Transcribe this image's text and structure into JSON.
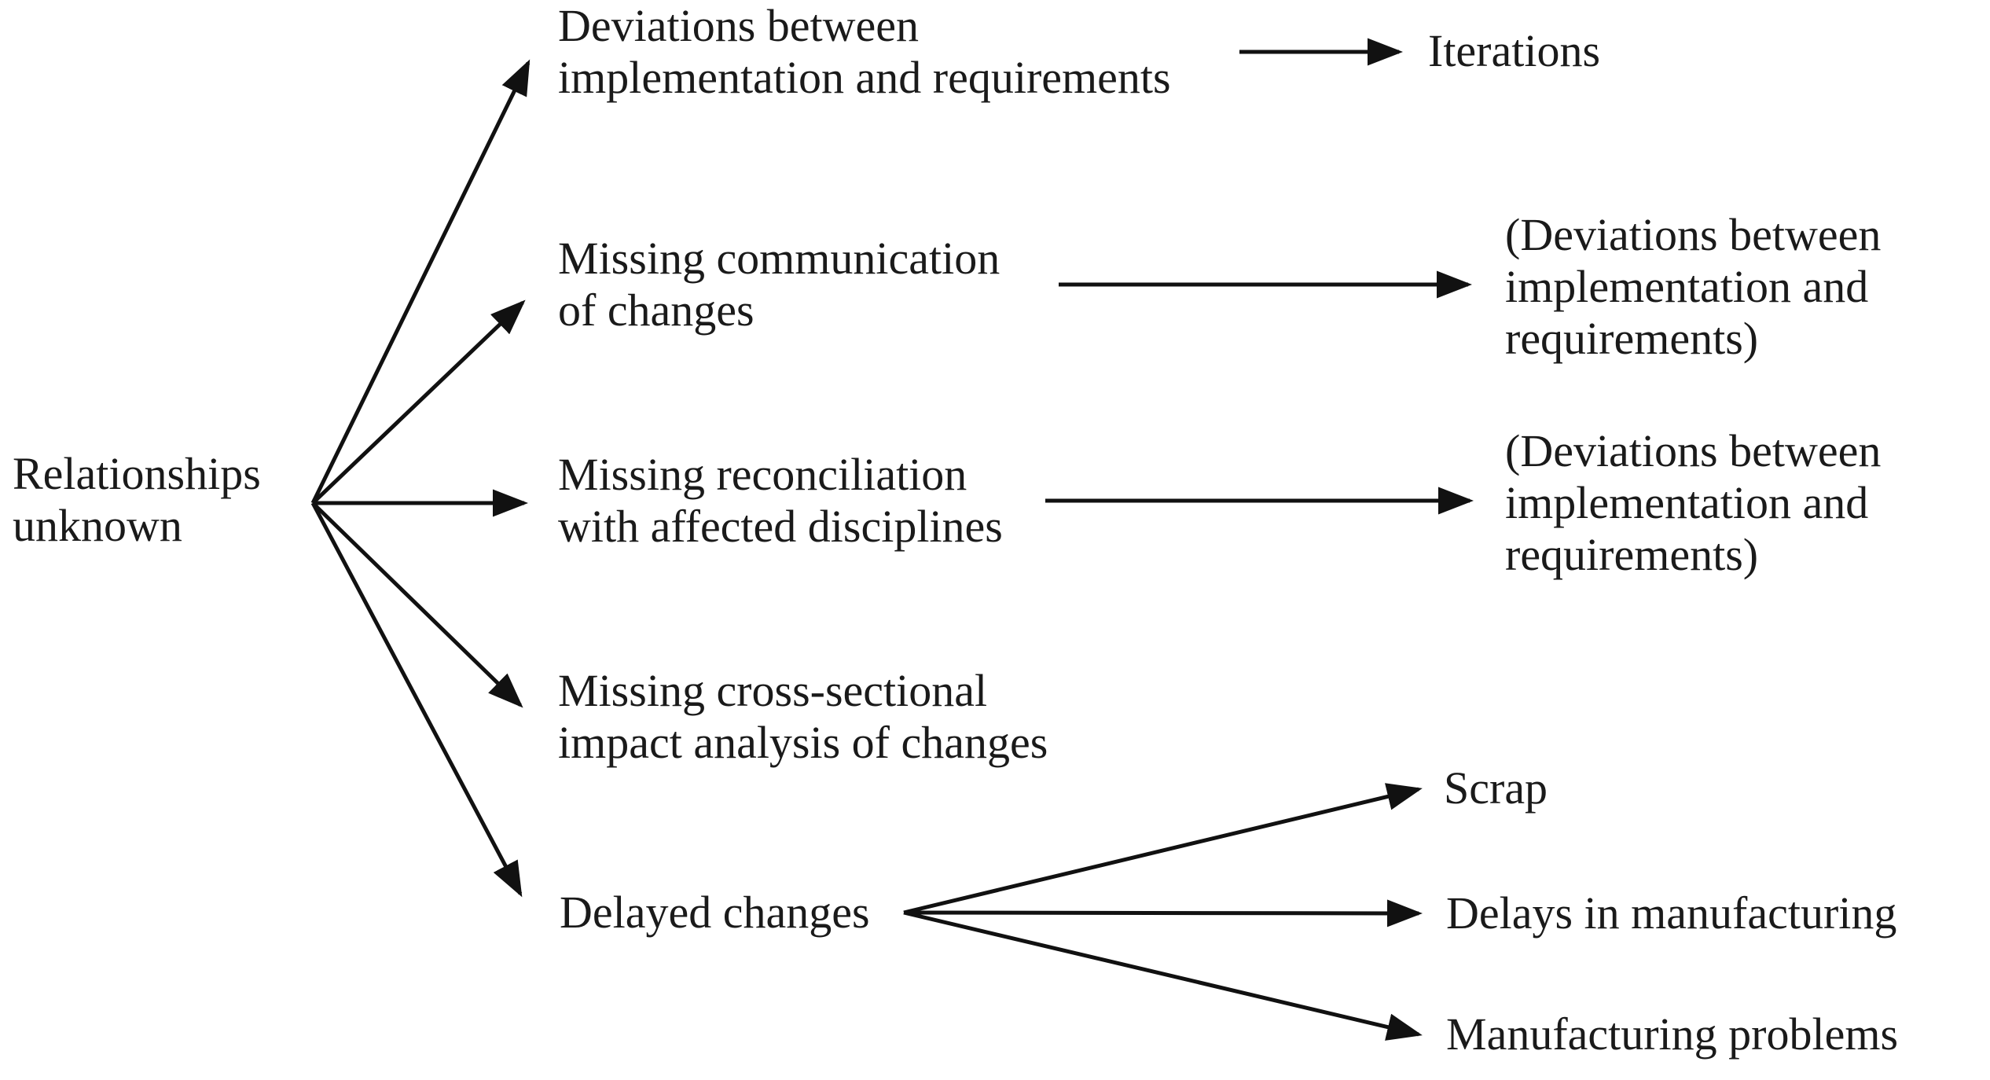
{
  "diagram": {
    "title": "Relationships unknown cause-effect diagram",
    "colors": {
      "background": "#ffffff",
      "text": "#1a1a1a",
      "arrow": "#111111"
    },
    "root": {
      "label": "Relationships\nunknown"
    },
    "causes": [
      {
        "label": "Deviations between\nimplementation and requirements"
      },
      {
        "label": "Missing communication\nof changes"
      },
      {
        "label": "Missing reconciliation\nwith affected disciplines"
      },
      {
        "label": "Missing cross-sectional\nimpact analysis of changes"
      },
      {
        "label": "Delayed changes"
      }
    ],
    "effects": [
      {
        "label": "Iterations"
      },
      {
        "label": "(Deviations between\nimplementation and\nrequirements)"
      },
      {
        "label": "(Deviations between\nimplementation and\nrequirements)"
      },
      {
        "label": "Scrap"
      },
      {
        "label": "Delays in manufacturing"
      },
      {
        "label": "Manufacturing problems"
      }
    ],
    "edges": [
      {
        "from": "Relationships unknown",
        "to": "Deviations between implementation and requirements"
      },
      {
        "from": "Relationships unknown",
        "to": "Missing communication of changes"
      },
      {
        "from": "Relationships unknown",
        "to": "Missing reconciliation with affected disciplines"
      },
      {
        "from": "Relationships unknown",
        "to": "Missing cross-sectional impact analysis of changes"
      },
      {
        "from": "Relationships unknown",
        "to": "Delayed changes"
      },
      {
        "from": "Deviations between implementation and requirements",
        "to": "Iterations"
      },
      {
        "from": "Missing communication of changes",
        "to": "(Deviations between implementation and requirements)"
      },
      {
        "from": "Missing reconciliation with affected disciplines",
        "to": "(Deviations between implementation and requirements)"
      },
      {
        "from": "Delayed changes",
        "to": "Scrap"
      },
      {
        "from": "Delayed changes",
        "to": "Delays in manufacturing"
      },
      {
        "from": "Delayed changes",
        "to": "Manufacturing problems"
      }
    ]
  }
}
